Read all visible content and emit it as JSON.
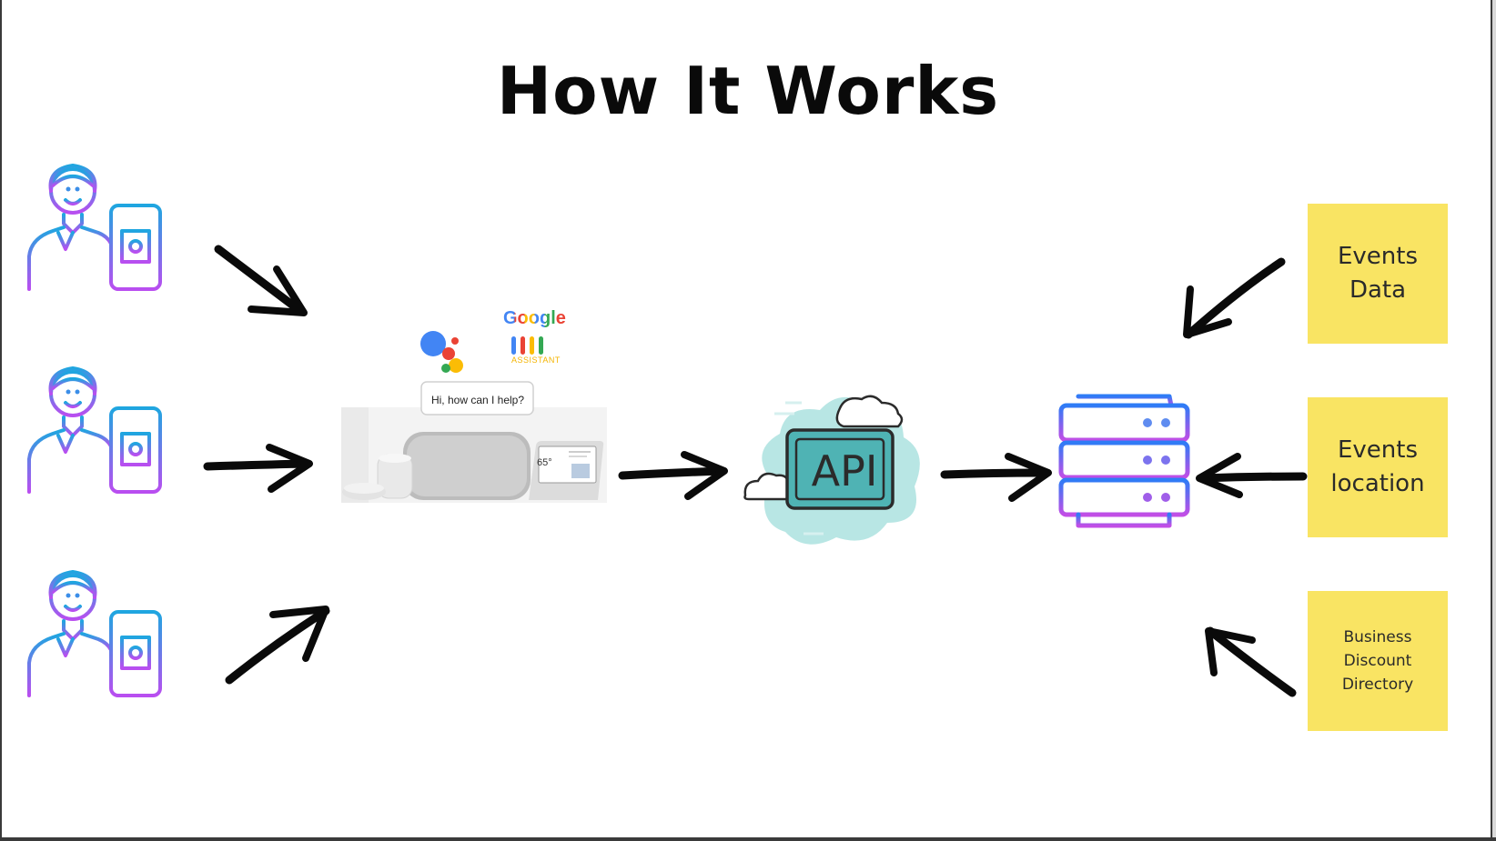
{
  "title": "How It Works",
  "users": [
    {
      "icon": "user-with-phone-icon"
    },
    {
      "icon": "user-with-phone-icon"
    },
    {
      "icon": "user-with-phone-icon"
    }
  ],
  "assistant": {
    "bubble_text": "Hi, how can I help?",
    "brand_word": "Google",
    "brand_sub": "ASSISTANT",
    "screen_temp": "65°",
    "icon": "google-assistant-devices-icon"
  },
  "api": {
    "label": "API",
    "icon": "api-cloud-icon"
  },
  "server": {
    "icon": "server-rack-icon"
  },
  "notes": [
    {
      "text": "Events\nData"
    },
    {
      "text": "Events\nlocation"
    },
    {
      "text": "Business\nDiscount\nDirectory"
    }
  ],
  "colors": {
    "note_yellow": "#f9e463",
    "gradient_start": "#1fa6e0",
    "gradient_end": "#b94ef0",
    "arrow": "#0a0a0a"
  }
}
